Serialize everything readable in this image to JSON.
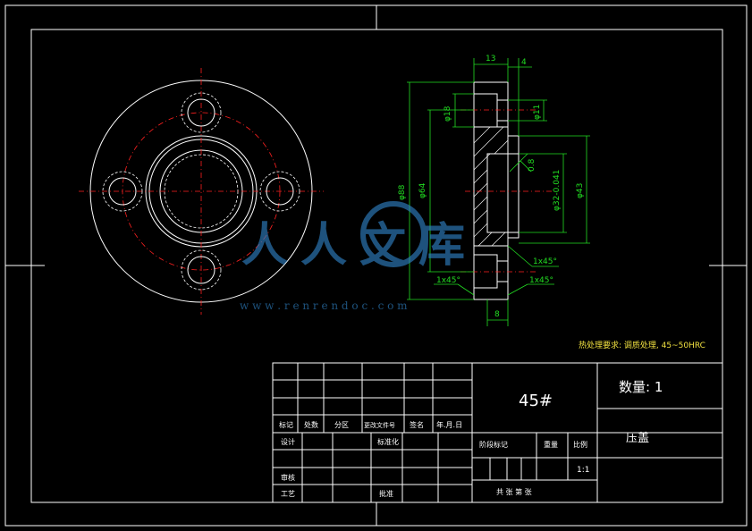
{
  "dimensions": {
    "d13": "13",
    "d4": "4",
    "phi18": "φ18",
    "phi11": "φ11",
    "phi88": "φ88",
    "phi64": "φ64",
    "phi32": "φ32-0.041",
    "phi43": "φ43",
    "angle_note": "0.8",
    "chamfer_a": "1x45°",
    "chamfer_b": "1x45°",
    "chamfer_c": "1x45°",
    "d8": "8"
  },
  "technical_note": "热处理要求: 调质处理, 45~50HRC",
  "watermark": {
    "brand": "人人文库",
    "url": "w w w . r e n r e n d o c . c o m"
  },
  "title_block": {
    "material": "45#",
    "quantity": "数量: 1",
    "part_name": "压盖",
    "scale_value": "1:1",
    "row_headers": [
      "标记",
      "处数",
      "分区",
      "更改文件号",
      "签名",
      "年.月.日"
    ],
    "design": "设计",
    "standardize": "标准化",
    "review": "审核",
    "process": "工艺",
    "approve": "批准",
    "stage_mark": "阶段标记",
    "weight": "重量",
    "scale_label": "比例",
    "sheet_info": "共  张  第  张"
  },
  "colors": {
    "background": "#000000",
    "outline": "#ffffff",
    "dimension": "#22dd22",
    "centerline": "#ff2020",
    "note": "#f0e040",
    "watermark": "#2f7fc0"
  }
}
